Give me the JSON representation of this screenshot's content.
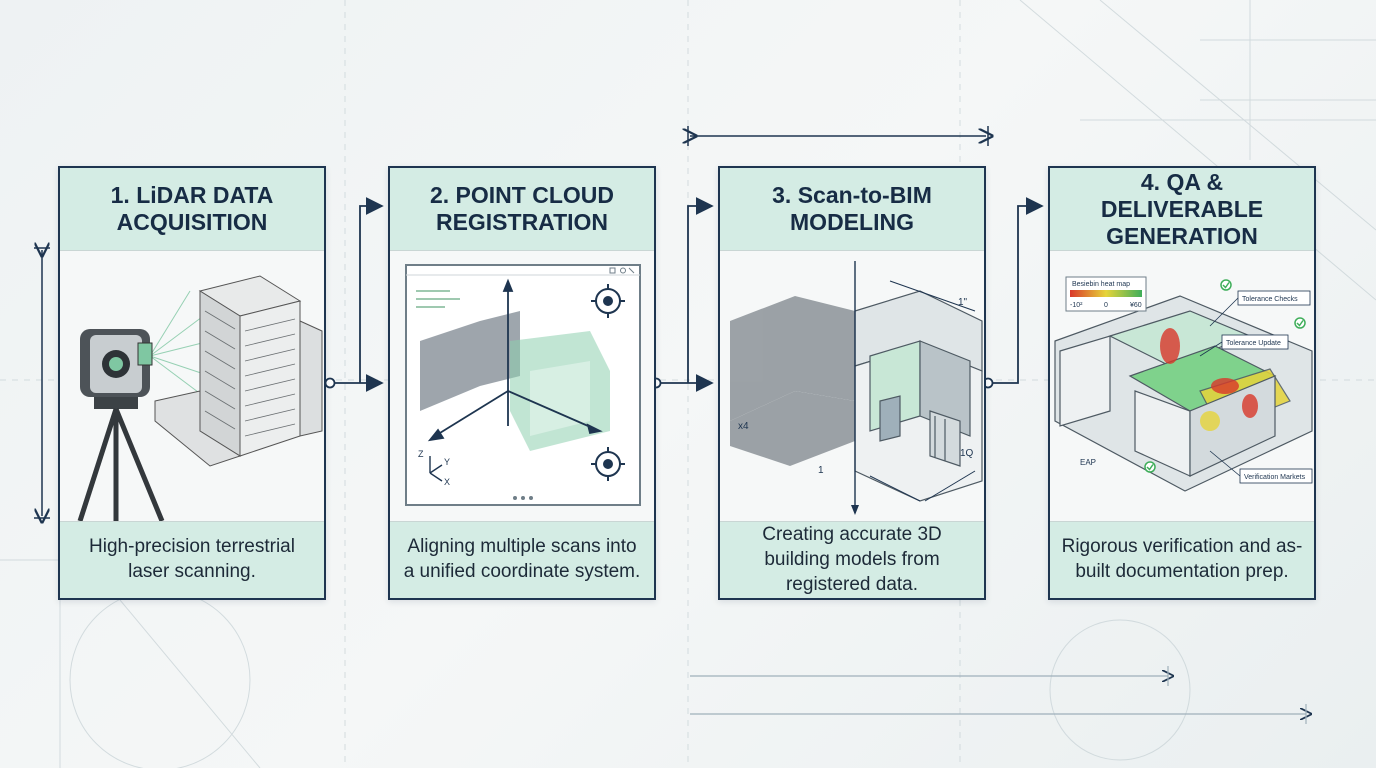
{
  "steps": [
    {
      "title": "1. LiDAR DATA ACQUISITION",
      "description": "High-precision terrestrial laser scanning."
    },
    {
      "title": "2. POINT CLOUD REGISTRATION",
      "description": "Aligning multiple scans into a unified coordinate system.",
      "axis_labels": {
        "z": "Z",
        "y": "Y",
        "x": "X"
      }
    },
    {
      "title": "3. Scan-to-BIM MODELING",
      "description": "Creating accurate 3D building models from registered data.",
      "dimension_labels": {
        "top": "1\"",
        "bottom": "1",
        "left": "x4",
        "right": "1Q"
      }
    },
    {
      "title": "4. QA & DELIVERABLE GENERATION",
      "description": "Rigorous verification and as-built documentation prep.",
      "heatmap_legend": {
        "title": "Besiebin heat map",
        "min": "-10²",
        "mid": "0",
        "max": "¥60"
      },
      "callouts": {
        "check": "Tolerance Checks",
        "issue": "Tolerance Update",
        "markers": "Verification Markets"
      },
      "dimension_label": "EAP"
    }
  ],
  "colors": {
    "panel_fill": "#d4ece4",
    "border": "#1e3550",
    "accent_green": "#7fc7a2",
    "heat_red": "#d9382a",
    "heat_yellow": "#e6d43a"
  }
}
